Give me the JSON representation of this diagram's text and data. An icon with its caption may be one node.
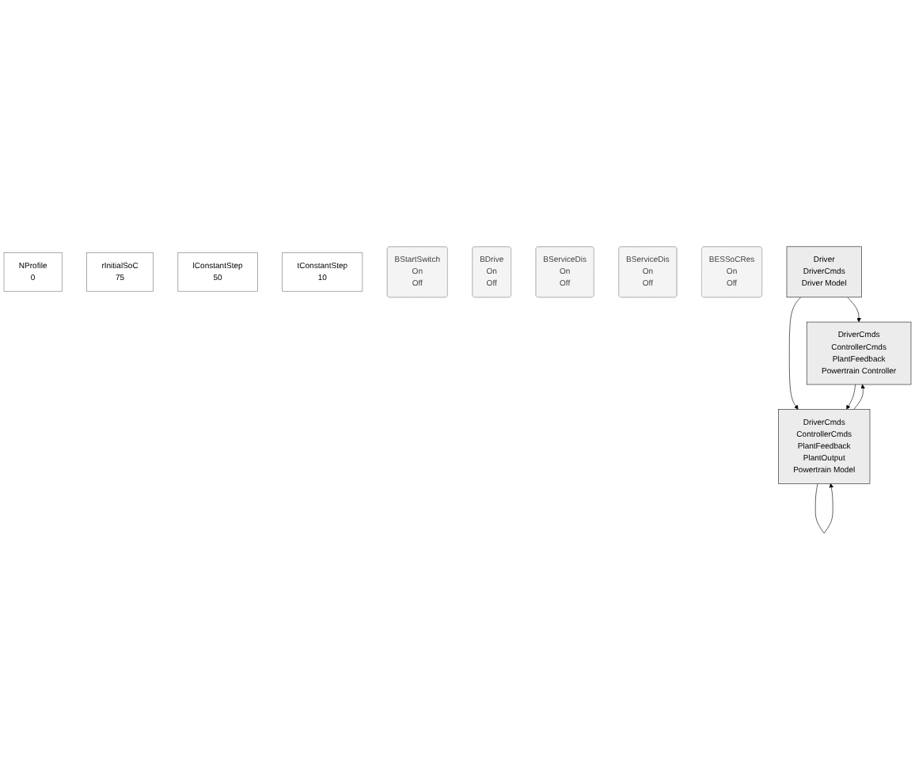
{
  "diagram": {
    "nodes": [
      {
        "text": [
          "NProfile",
          "0"
        ]
      },
      {
        "text": [
          "rInitialSoC",
          "75"
        ]
      },
      {
        "text": [
          "lConstantStep",
          "50"
        ]
      },
      {
        "text": [
          "tConstantStep",
          "10"
        ]
      },
      {
        "text": [
          "BStartSwitch",
          "On",
          "Off"
        ]
      },
      {
        "text": [
          "BDrive",
          "On",
          "Off"
        ]
      },
      {
        "text": [
          "BServiceDis",
          "On",
          "Off"
        ]
      },
      {
        "text": [
          "BServiceDis",
          "On",
          "Off"
        ]
      },
      {
        "text": [
          "BESSoCRes",
          "On",
          "Off"
        ]
      },
      {
        "text": [
          "Driver",
          "DriverCmds",
          "Driver Model"
        ]
      },
      {
        "text": [
          "DriverCmds",
          "ControllerCmds",
          "PlantFeedback",
          "Powertrain Controller"
        ]
      },
      {
        "text": [
          "DriverCmds",
          "ControllerCmds",
          "PlantFeedback",
          "PlantOutput",
          "Powertrain Model"
        ]
      }
    ],
    "edges": [
      {
        "from": 9,
        "to": 10,
        "arrow": "to"
      },
      {
        "from": 9,
        "to": 11,
        "arrow": "to"
      },
      {
        "from": 10,
        "to": 11,
        "arrow": "to"
      },
      {
        "from": 11,
        "to": 10,
        "arrow": "to"
      },
      {
        "from": 11,
        "to": 11,
        "arrow": "to"
      }
    ]
  }
}
